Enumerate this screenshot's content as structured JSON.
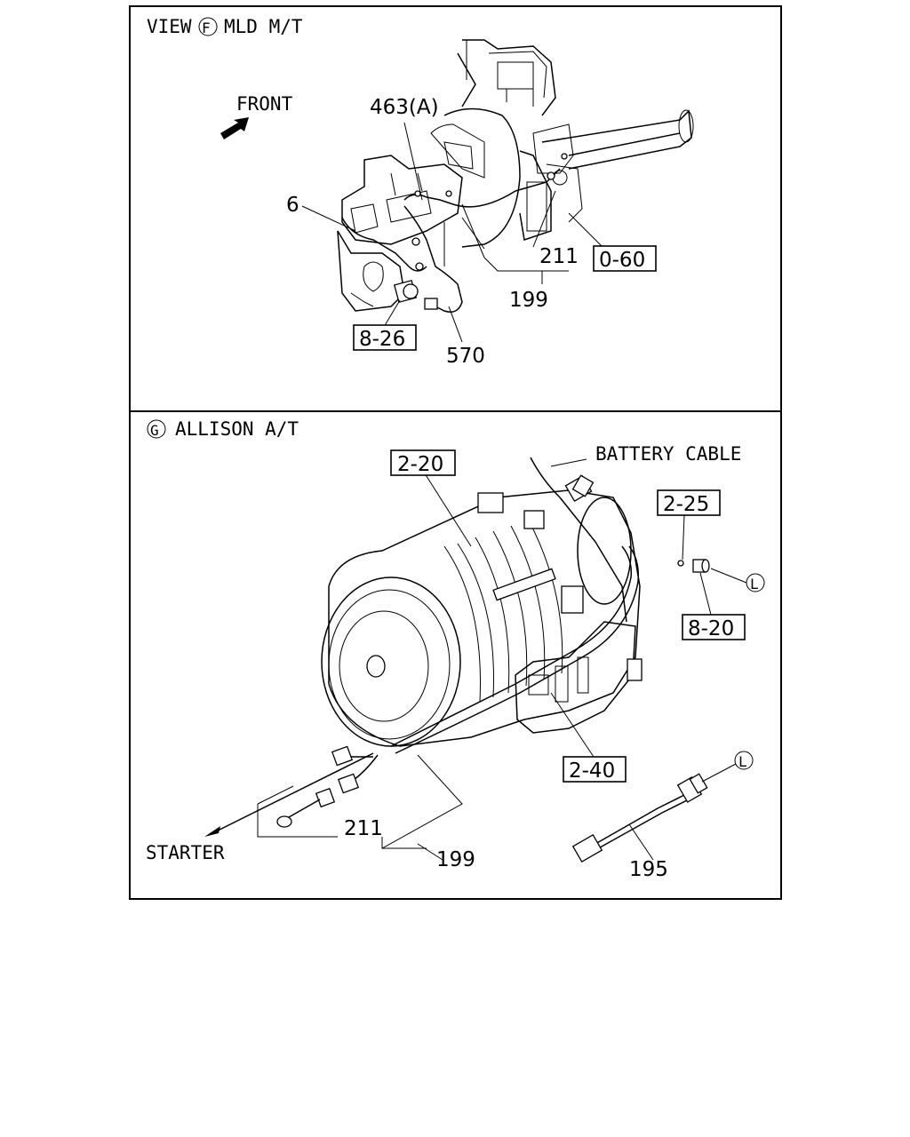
{
  "panel_f": {
    "title_prefix": "VIEW",
    "title_circle": "F",
    "title_suffix": "MLD M/T",
    "front_label": "FRONT",
    "callouts": {
      "c463": "463(A)",
      "c6": "6",
      "c211": "211",
      "c199": "199",
      "c570": "570"
    },
    "boxed_refs": {
      "r060": "0-60",
      "r826": "8-26"
    }
  },
  "panel_g": {
    "title_circle": "G",
    "title_text": "ALLISON A/T",
    "battery_label": "BATTERY CABLE",
    "starter_label": "STARTER",
    "callouts": {
      "c211": "211",
      "c199": "199",
      "c195": "195"
    },
    "boxed_refs": {
      "r220": "2-20",
      "r225": "2-25",
      "r820": "8-20",
      "r240": "2-40"
    },
    "connector_mark_a": "L",
    "connector_mark_b": "L"
  }
}
